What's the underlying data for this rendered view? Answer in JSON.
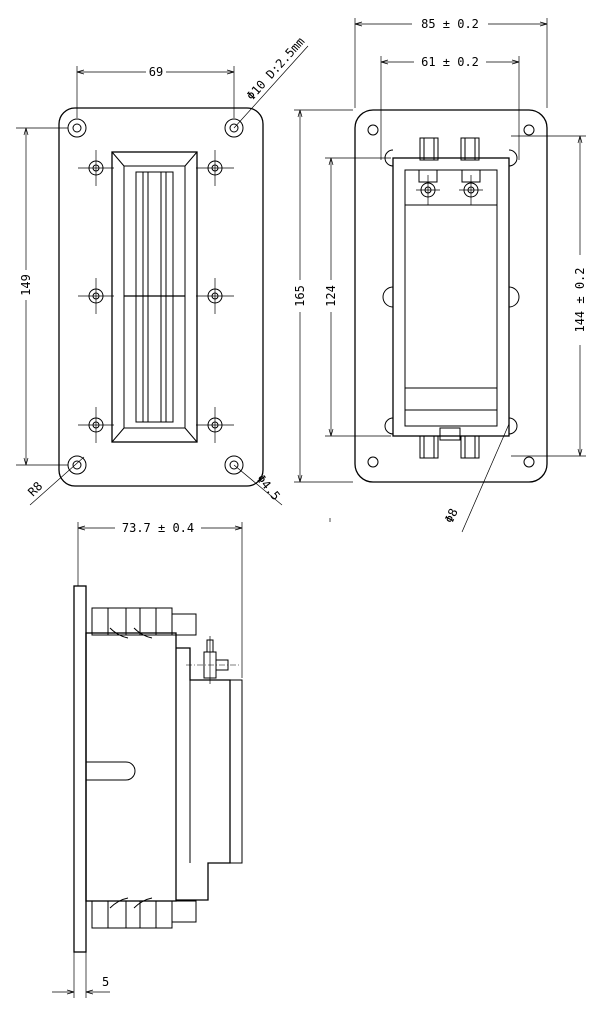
{
  "front_view": {
    "dims": {
      "hole_spacing_width": "69",
      "hole_spacing_height": "149",
      "large_hole": "Φ10 D:2.5mm",
      "small_hole": "Φ4.5",
      "corner_radius": "R8"
    }
  },
  "rear_view": {
    "dims": {
      "overall_width": "85 ± 0.2",
      "inner_width": "61 ± 0.2",
      "overall_height": "165",
      "inner_height": "124",
      "magnet_height": "144 ± 0.2",
      "slot_diameter": "Φ8"
    }
  },
  "side_view": {
    "dims": {
      "depth": "73.7 ± 0.4",
      "flange_thickness": "5"
    }
  }
}
